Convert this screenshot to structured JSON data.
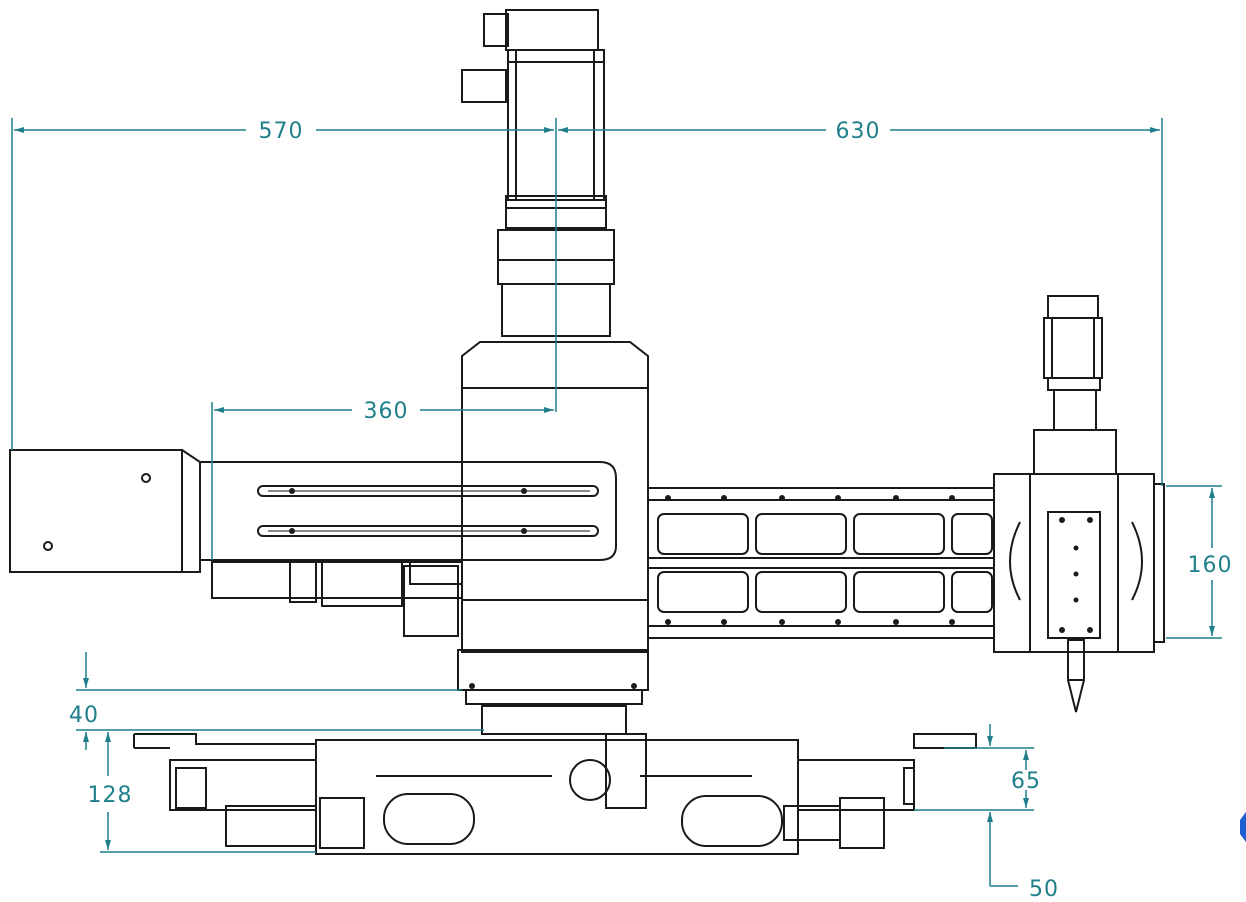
{
  "colors": {
    "dimension": "#1f7f8a",
    "outline": "#1a1a1a",
    "background": "#ffffff",
    "edge_accent": "#1d5fd1"
  },
  "dimensions": {
    "left_reach": "570",
    "right_reach": "630",
    "arm_offset": "360",
    "head_height": "160",
    "base_gap": "40",
    "base_height": "128",
    "clamp_height": "65",
    "clamp_offset": "50"
  }
}
